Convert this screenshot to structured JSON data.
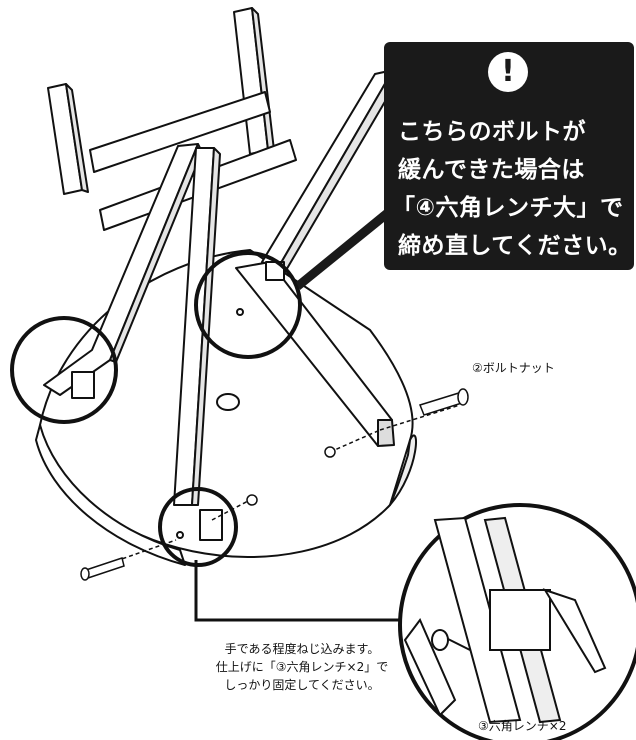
{
  "callout": {
    "icon": "exclamation-icon",
    "lines": [
      "こちらのボルトが",
      "緩んできた場合は",
      "「④六角レンチ大」で",
      "締め直してください。"
    ]
  },
  "labels": {
    "bolt_nut": "②ボルトナット",
    "instruction": [
      "手である程度ねじ込みます。",
      "仕上げに「③六角レンチ×2」で",
      "しっかり固定してください。"
    ],
    "hex_wrench": "③六角レンチ×2"
  }
}
